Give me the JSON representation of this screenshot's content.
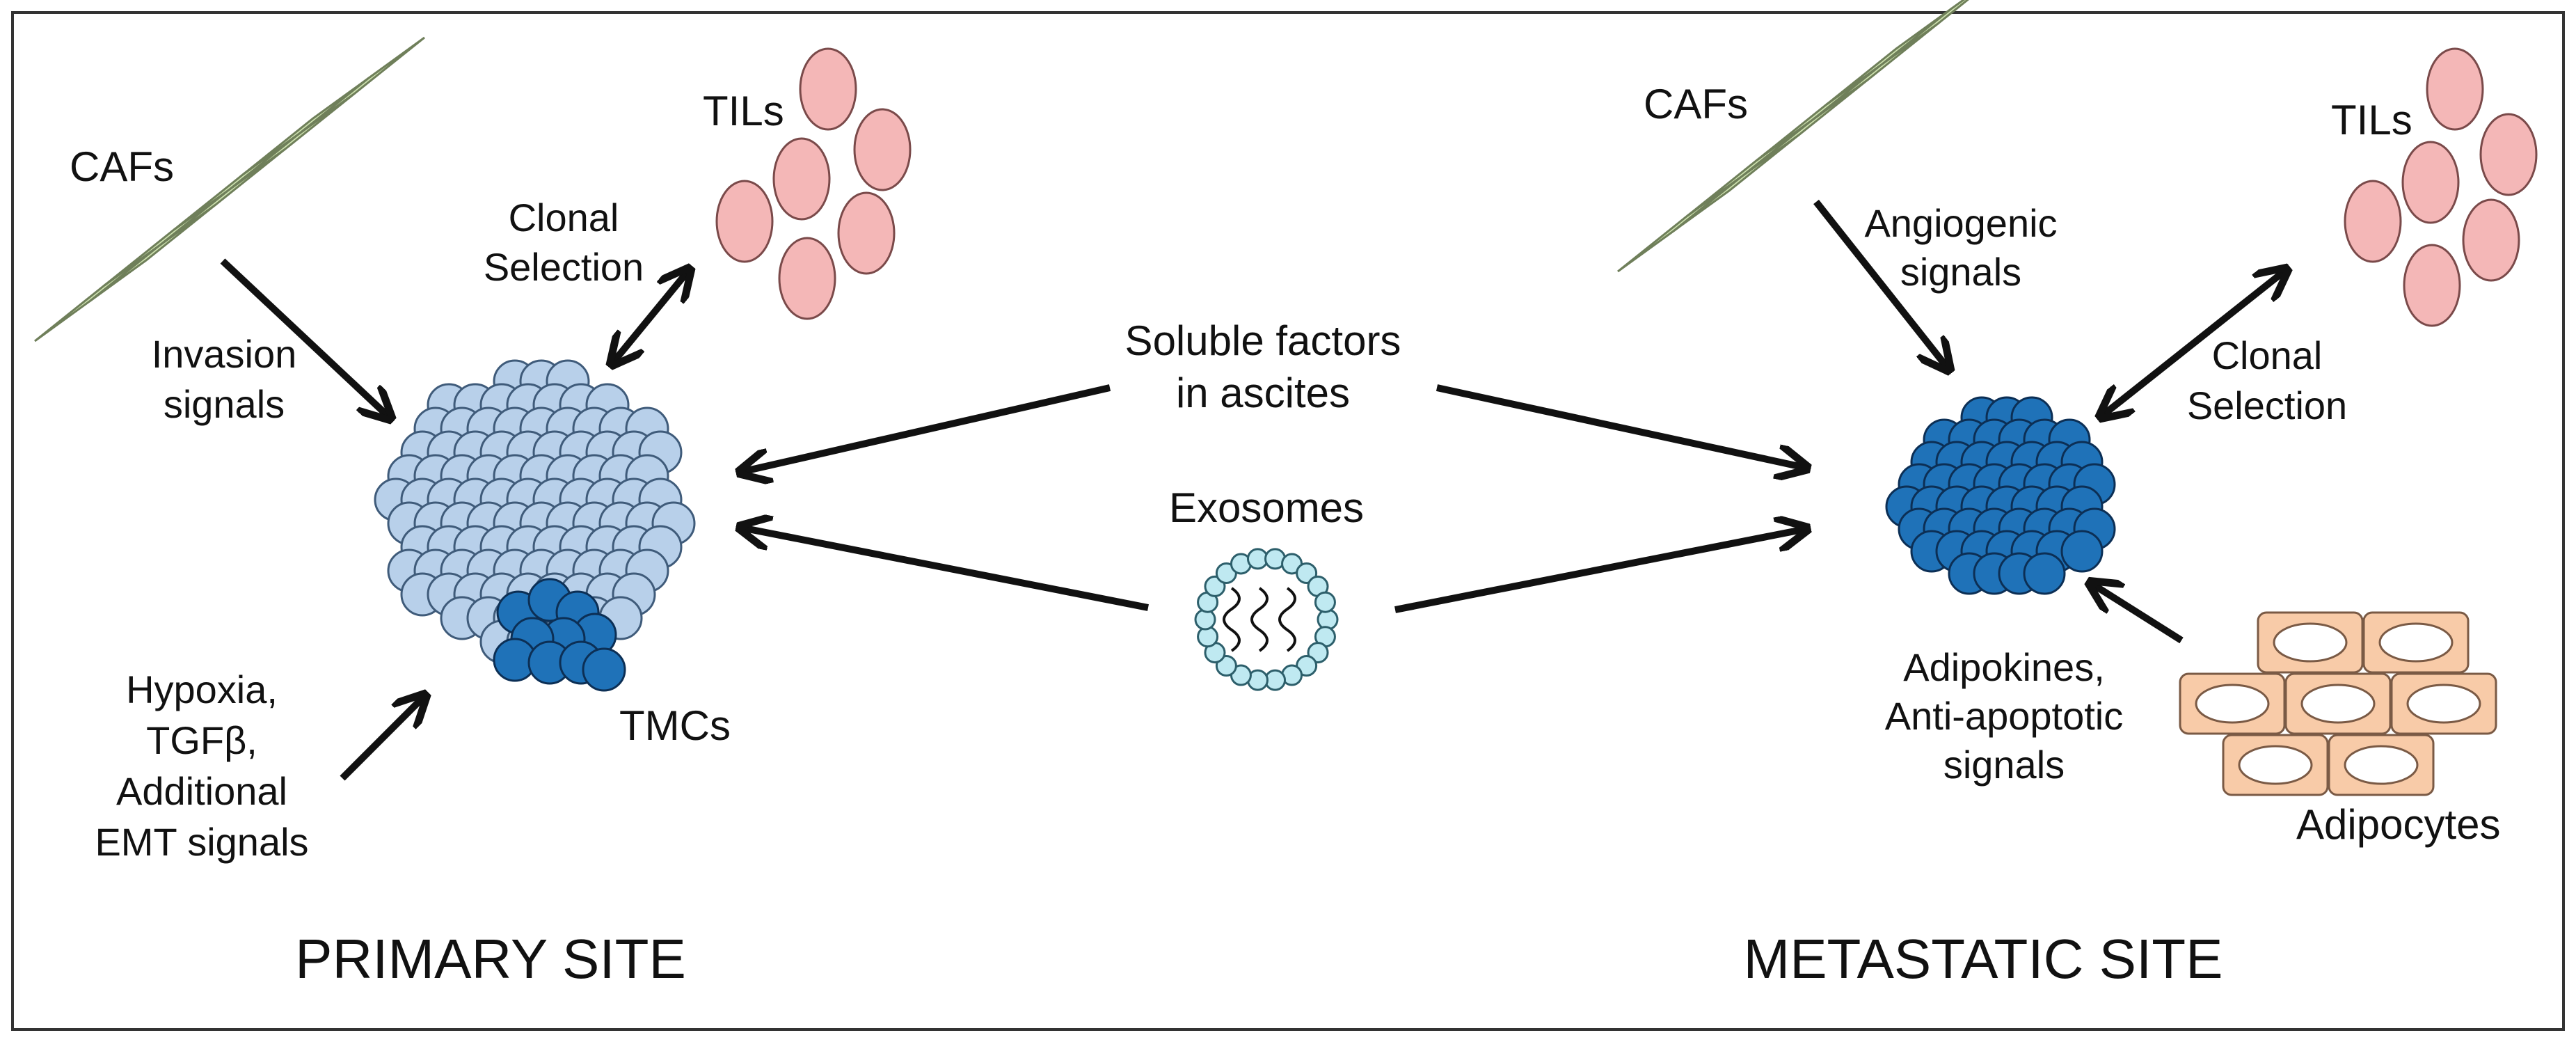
{
  "colors": {
    "caf_fill": "#cfe3b0",
    "caf_stroke": "#6f7f5a",
    "til_fill": "#f4b7b7",
    "til_stroke": "#7a4a4a",
    "primary_cell_fill": "#b8d0ea",
    "primary_cell_stroke": "#3f5b7a",
    "tmc_fill": "#1f72b8",
    "tmc_stroke": "#0c2f55",
    "adipocyte_fill": "#f8cba8",
    "adipocyte_stroke": "#7a5a45",
    "exosome_fill": "#bfe9f1",
    "exosome_stroke": "#2d5f6b",
    "arrow": "#111111",
    "frame": "#333333"
  },
  "primary_site": {
    "title": "PRIMARY SITE",
    "caf_label": "CAFs",
    "caf_signal_lines": [
      "Invasion",
      "signals"
    ],
    "til_label": "TILs",
    "clonal_selection_lines": [
      "Clonal",
      "Selection"
    ],
    "tmc_label": "TMCs",
    "emt_lines": [
      "Hypoxia,",
      "TGFβ,",
      "Additional",
      "EMT signals"
    ]
  },
  "center": {
    "soluble_lines": [
      "Soluble factors",
      "in ascites"
    ],
    "exosomes_label": "Exosomes"
  },
  "metastatic_site": {
    "title": "METASTATIC SITE",
    "caf_label": "CAFs",
    "angiogenic_lines": [
      "Angiogenic",
      "signals"
    ],
    "til_label": "TILs",
    "clonal_selection_lines": [
      "Clonal",
      "Selection"
    ],
    "adipokine_lines": [
      "Adipokines,",
      "Anti-apoptotic",
      "signals"
    ],
    "adipocytes_label": "Adipocytes"
  }
}
